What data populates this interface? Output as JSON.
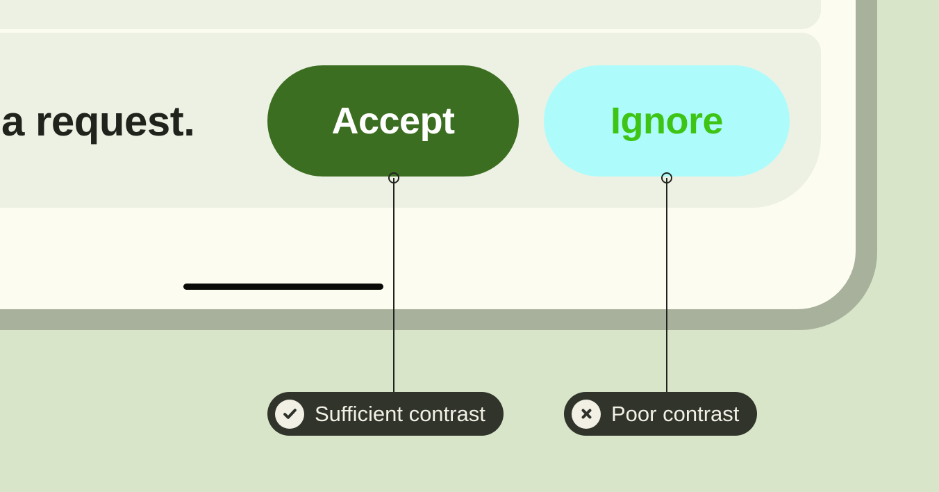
{
  "phone": {
    "message_fragment": "a request.",
    "accept_button": {
      "label": "Accept"
    },
    "ignore_button": {
      "label": "Ignore"
    }
  },
  "annotations": {
    "sufficient": {
      "icon": "check-icon",
      "label": "Sufficient contrast"
    },
    "poor": {
      "icon": "x-icon",
      "label": "Poor contrast"
    }
  },
  "colors": {
    "page_background": "#d9e5c9",
    "device_frame": "#a8b19c",
    "screen_background": "#fdfcf1",
    "card_background": "#edf1e3",
    "message_text": "#20231c",
    "accept_button_bg": "#3b6e20",
    "accept_button_text": "#ffffff",
    "ignore_button_bg": "#adfcfb",
    "ignore_button_text": "#3ec414",
    "home_indicator": "#0a0a08",
    "connector": "#20231d",
    "callout_background": "#30342b",
    "callout_text": "#f2f0e4",
    "callout_icon_glyph": "#2d312a"
  }
}
